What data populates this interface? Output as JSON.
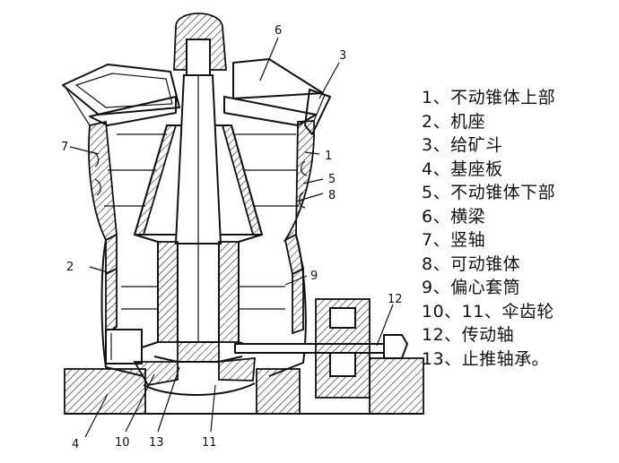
{
  "legend": [
    "1、不动锥体上部",
    "2、机座",
    "3、给矿斗",
    "4、基座板",
    "5、不动锥体下部",
    "6、横梁",
    "7、竖轴",
    "8、可动锥体",
    "9、偏心套筒",
    "10、11、伞齿轮",
    "12、传动轴",
    "13、止推轴承。"
  ],
  "callouts": {
    "c1": "1",
    "c2": "2",
    "c3": "3",
    "c4": "4",
    "c5": "5",
    "c6": "6",
    "c7": "7",
    "c8": "8",
    "c9": "9",
    "c10": "10",
    "c11": "11",
    "c12": "12",
    "c13": "13"
  }
}
